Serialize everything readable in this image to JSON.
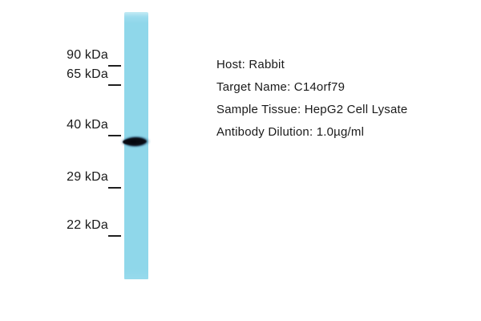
{
  "figure": {
    "type": "western-blot",
    "colors": {
      "lane": "#8fd7ea",
      "band": "#0a0d16",
      "text": "#1a1a1a",
      "background": "#ffffff"
    },
    "blot": {
      "markers": [
        {
          "label": "90 kDa"
        },
        {
          "label": "65 kDa"
        },
        {
          "label": "40 kDa"
        },
        {
          "label": "29 kDa"
        },
        {
          "label": "22 kDa"
        }
      ],
      "band_note": "single dark band just below 40 kDa marker"
    },
    "info": {
      "host": "Host: Rabbit",
      "target": "Target Name: C14orf79",
      "tissue": "Sample Tissue: HepG2 Cell Lysate",
      "dilution": "Antibody Dilution: 1.0µg/ml"
    }
  }
}
